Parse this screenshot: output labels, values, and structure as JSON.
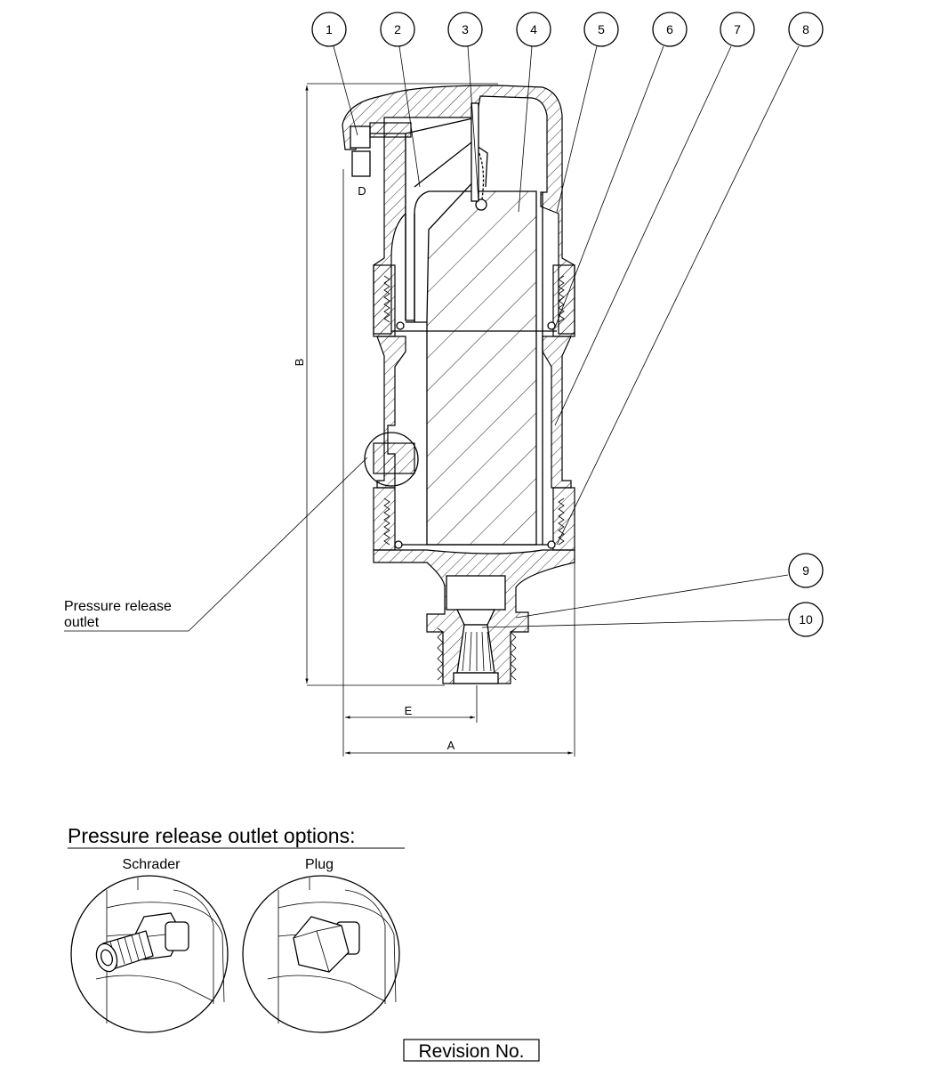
{
  "balloons": [
    "1",
    "2",
    "3",
    "4",
    "5",
    "6",
    "7",
    "8",
    "9",
    "10"
  ],
  "dimensions": {
    "a": "A",
    "b": "B",
    "d": "D",
    "e": "E"
  },
  "callout": {
    "line1": "Pressure release",
    "line2": "outlet"
  },
  "options": {
    "heading": "Pressure release outlet options:",
    "schrader_label": "Schrader",
    "plug_label": "Plug"
  },
  "revision_label": "Revision No."
}
